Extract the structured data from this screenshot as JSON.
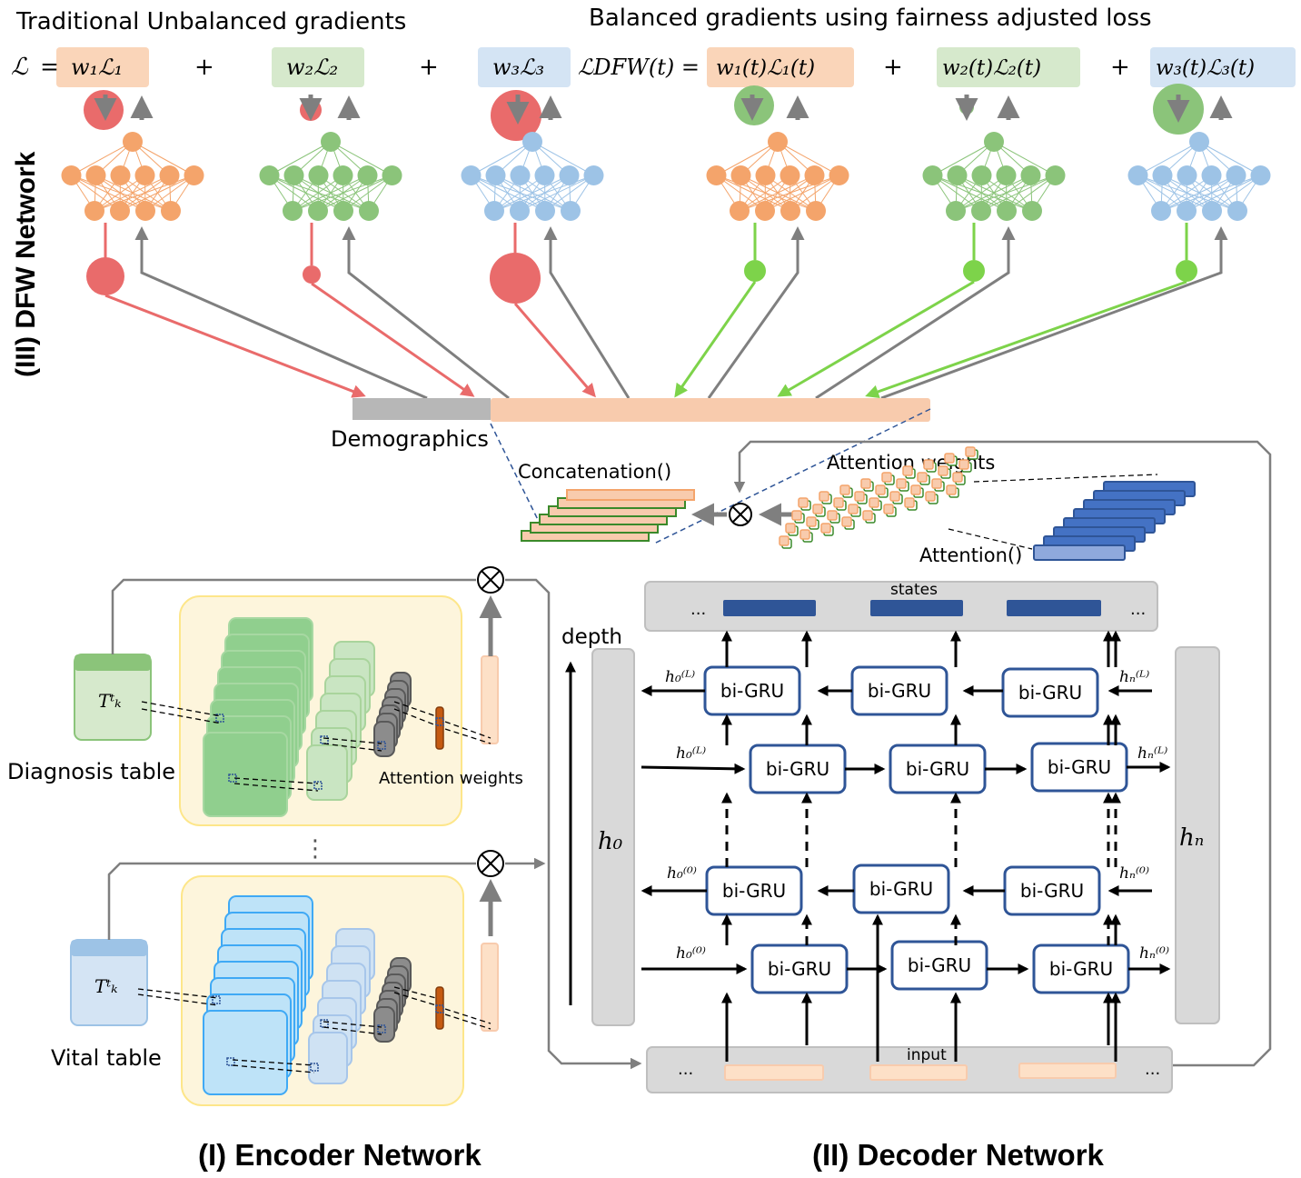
{
  "top": {
    "left_title": "Traditional Unbalanced gradients",
    "right_title": "Balanced gradients using fairness adjusted loss",
    "side_title": "(III) DFW Network",
    "loss_symbol": "ℒ",
    "equals": "=",
    "plus": "+",
    "terms_traditional": [
      "w₁ℒ₁",
      "w₂ℒ₂",
      "w₃ℒ₃"
    ],
    "dfw_symbol": "ℒDFW(t) =",
    "terms_dfw": [
      "w₁(t)ℒ₁(t)",
      "w₂(t)ℒ₂(t)",
      "w₃(t)ℒ₃(t)"
    ],
    "demographics_label": "Demographics"
  },
  "colors": {
    "orange": "#f4a46b",
    "orange_light": "#f9cba8",
    "green": "#8bc47a",
    "green_light": "#d6e9cc",
    "blue": "#9dc3e6",
    "blue_light": "#d4e4f4",
    "red": "#e96b6b",
    "bright_green": "#7dd34a",
    "gray": "#7f7f7f",
    "dark_blue": "#2f5597",
    "demographics_gray": "#b7b7b7",
    "concat_peach": "#f8cbad"
  },
  "attention": {
    "concat_label": "Concatenation()",
    "weights_label": "Attention weights",
    "attention_label": "Attention()"
  },
  "encoder": {
    "diag_symbol": "Tᵗₖ",
    "diag_label": "Diagnosis table",
    "vital_label": "Vital table",
    "weights_label": "Attention weights",
    "section_label": "(I) Encoder Network",
    "ellipsis": "⋮"
  },
  "decoder": {
    "states_label": "states",
    "input_label": "input",
    "depth_label": "depth",
    "h0_label": "h₀",
    "hn_label": "hₙ",
    "gru_label": "bi-GRU",
    "h0L": "h₀⁽ᴸ⁾",
    "hnL": "hₙ⁽ᴸ⁾",
    "h00": "h₀⁽⁰⁾",
    "hn0": "hₙ⁽⁰⁾",
    "dots": "...",
    "section_label": "(II) Decoder Network"
  }
}
